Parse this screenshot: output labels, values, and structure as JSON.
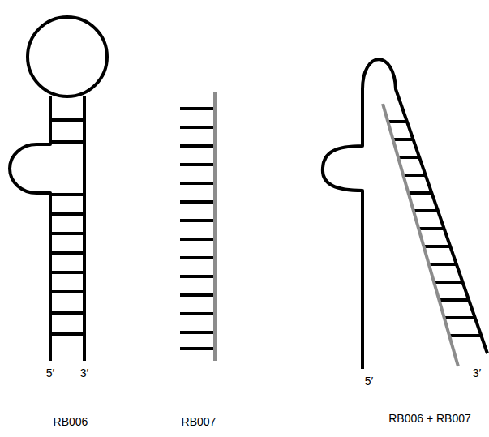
{
  "diagram": {
    "labels": [
      "5′",
      "3′",
      "RB006",
      "RB007",
      "5′",
      "3′",
      "RB006 + RB007"
    ]
  }
}
